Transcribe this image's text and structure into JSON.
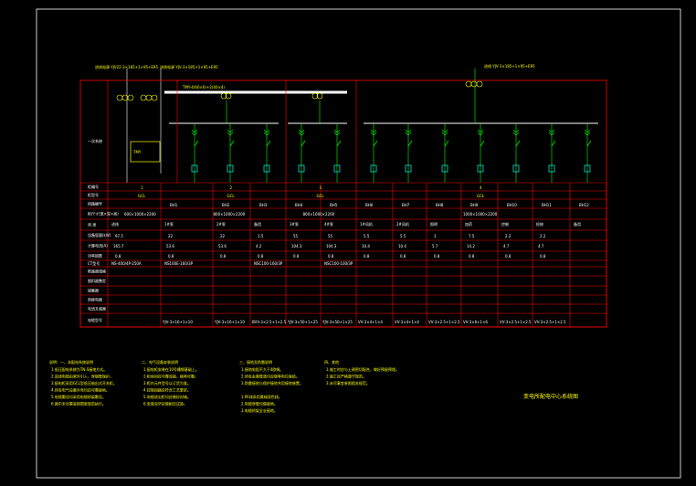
{
  "drawing": {
    "incoming_labels": [
      "进线电源 YJV22-3×185+1×95+E95",
      "进线电源 YJV-3×185+1×95+E95",
      "进线 YJV-3×185+1×95+E95"
    ],
    "busbar_label": "TMY-4(60×6)+2(40×4)",
    "section_label": "一次系统",
    "title_note": "变电所配电中心系统图",
    "colors": {
      "frame": "#ffffff",
      "grid": "#ff0000",
      "line_green": "#00ff00",
      "line_white": "#ffffff",
      "text_yellow": "#ffff00",
      "device_cyan": "#00ffff"
    }
  },
  "table": {
    "row_labels": [
      "柜编号",
      "柜型号",
      "回路编号",
      "柜尺寸(宽×深×高)",
      "用 途",
      "设备容量(kW)",
      "计算电流(A)",
      "功率因数",
      "CT型号",
      "断路器规格",
      "脱扣器整定",
      "接触器",
      "热继电器",
      "电流互感器",
      "电缆型号"
    ],
    "cabinets": [
      {
        "no": "1",
        "type": "GCL",
        "dims": "600×1000×2200"
      },
      {
        "no": "2",
        "type": "GCL",
        "dims": "800×1000×2200"
      },
      {
        "no": "3",
        "type": "GCL",
        "dims": "800×1000×2200"
      },
      {
        "no": "4",
        "type": "GCL",
        "dims": "1000×1000×2200"
      }
    ],
    "circuits": [
      {
        "code": "",
        "use": "进线",
        "cap": "97.5",
        "cur": "165.7",
        "pf": "0.8"
      },
      {
        "code": "BH1",
        "use": "1#泵",
        "cap": "22",
        "cur": "53.6",
        "pf": "0.8"
      },
      {
        "code": "BH2",
        "use": "2#泵",
        "cap": "22",
        "cur": "53.6",
        "pf": "0.8"
      },
      {
        "code": "BH3",
        "use": "备用",
        "cap": "1.5",
        "cur": "4.2",
        "pf": "0.8"
      },
      {
        "code": "BH4",
        "use": "3#泵",
        "cap": "55",
        "cur": "104.3",
        "pf": "0.8"
      },
      {
        "code": "BH5",
        "use": "4#泵",
        "cap": "55",
        "cur": "104.3",
        "pf": "0.8"
      },
      {
        "code": "BH6",
        "use": "1#风机",
        "cap": "5.5",
        "cur": "10.4",
        "pf": "0.8"
      },
      {
        "code": "BH7",
        "use": "2#风机",
        "cap": "5.5",
        "cur": "10.4",
        "pf": "0.8"
      },
      {
        "code": "BH8",
        "use": "照明",
        "cap": "3",
        "cur": "5.7",
        "pf": "0.8"
      },
      {
        "code": "BH9",
        "use": "加药",
        "cap": "7.5",
        "cur": "14.2",
        "pf": "0.8"
      },
      {
        "code": "BH10",
        "use": "控制",
        "cap": "2.2",
        "cur": "4.7",
        "pf": "0.8"
      },
      {
        "code": "BH11",
        "use": "检修",
        "cap": "2.2",
        "cur": "4.7",
        "pf": "0.8"
      },
      {
        "code": "BH12",
        "use": "备用",
        "cap": "",
        "cur": "",
        "pf": ""
      }
    ],
    "breakers": [
      "NS-400/4P-250A",
      "NS160E-160/3P",
      "",
      "NSC100-160/3P",
      "",
      "NSC100-100/3P",
      "",
      "",
      "",
      "",
      "",
      "",
      ""
    ],
    "cables": [
      "",
      "YJV-3×16+1×10",
      "YJV-3×16+1×10",
      "BVV-3×2.5+1×2.5",
      "YJV-3×50+1×25",
      "YJV-3×50+1×25",
      "VV-3×4+1×4",
      "VV-3×4+1×4",
      "VV-3×2.5+1×2.5",
      "VV-3×6+1×6",
      "VV-3×2.5+1×2.5",
      "VV-3×2.5+1×2.5",
      ""
    ]
  },
  "notes": [
    {
      "title": "说明：一、本配电系统说明",
      "lines": [
        "1.低压配电系统为TN-S接地方式。",
        "2.进线电缆由室外引入，穿钢管保护。",
        "3.配电柜采用GCL型低压抽出式开关柜。",
        "4.所有电气设备外壳均应可靠接地。",
        "5.电缆敷设均采用电缆桥架敷设。",
        "6.图中未尽事宜按国家规范执行。"
      ]
    },
    {
      "title": "二、电气设备安装说明",
      "lines": [
        "1.配电柜安装在10号槽钢基础上。",
        "2.柜体间应可靠连接，接地可靠。",
        "3.柜内元件型号以订货为准。",
        "4.控制回路应符合工艺要求。",
        "5.电缆进出柜均应做好封堵。",
        "6.安装完毕应做耐压试验。"
      ]
    },
    {
      "title": "三、接地及防雷说明",
      "lines": [
        "1.接地电阻不大于4欧姆。",
        "2.所有金属管道均应做等电位联结。",
        "3.防雷接地与保护接地共用接地装置。",
        "",
        "1.PE线采用黄绿双色线。",
        "2.电缆穿管均做接地。",
        "3.电缆桥架全长接地。"
      ]
    },
    {
      "title": "四、其他",
      "lines": [
        "1.施工时应与土建密切配合，做好预留预埋。",
        "2.施工应严格遵守规范。",
        "3.未尽事宜参照相关规范。"
      ]
    }
  ]
}
